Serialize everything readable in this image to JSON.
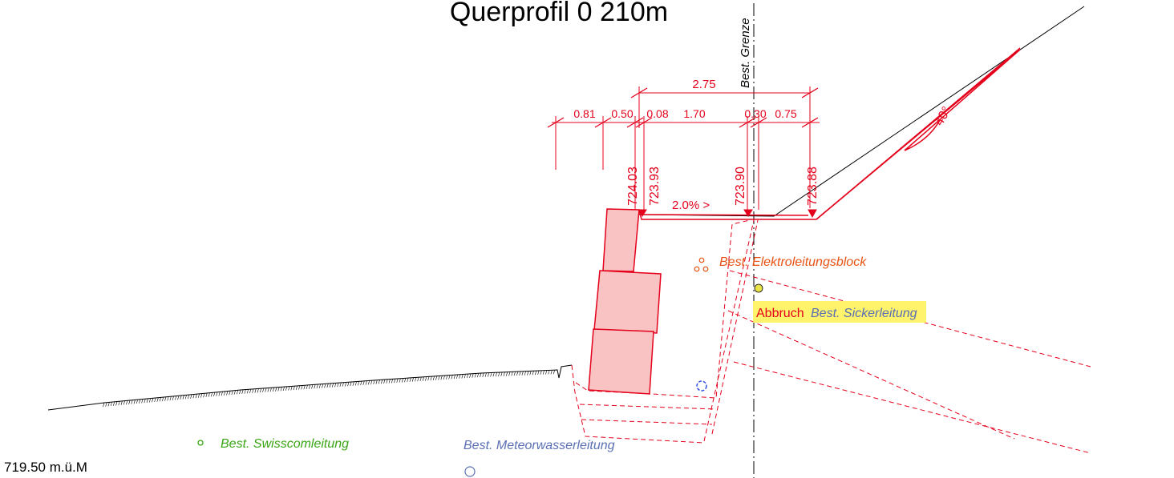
{
  "title": "Querprofil 0 210m",
  "border_label": "Best. Grenze",
  "elevation_reference": "719.50 m.ü.M",
  "dimensions": {
    "overall": "2.75",
    "segments": [
      "0.81",
      "0.50",
      "0.08",
      "1.70",
      "0.30",
      "0.75"
    ]
  },
  "heights": [
    "724.03",
    "723.93",
    "723.90",
    "723.88"
  ],
  "slope": "2.0% >",
  "angle": "40°",
  "labels": {
    "elektro": "Best. Elektroleitungsblock",
    "abbruch": "Abbruch",
    "sicker": "Best. Sickerleitung",
    "swisscom": "Best. Swisscomleitung",
    "meteor": "Best. Meteorwasserleitung"
  },
  "colors": {
    "design_red": "#e4001b",
    "block_fill": "#f9c3c3",
    "swisscom_green": "#3aa514",
    "meteor_blue": "#5b6fb5",
    "elektro_orange": "#e85315",
    "highlight_yellow": "#fff36b"
  }
}
